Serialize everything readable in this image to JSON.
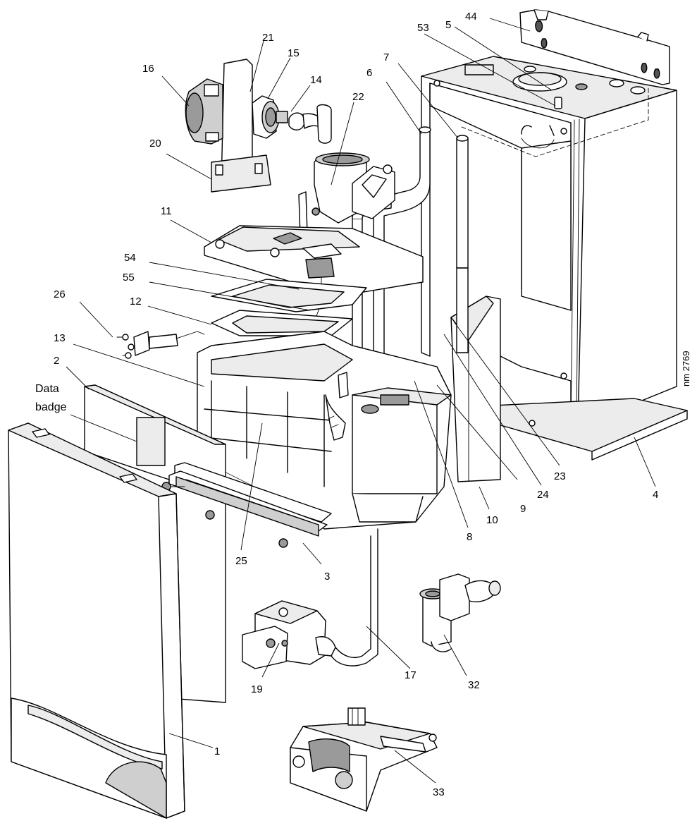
{
  "diagram": {
    "reference_code": "nm 2769",
    "data_badge_label": [
      "Data",
      "badge"
    ],
    "callouts": [
      "44",
      "5",
      "53",
      "21",
      "15",
      "16",
      "14",
      "22",
      "6",
      "7",
      "20",
      "11",
      "54",
      "55",
      "26",
      "12",
      "13",
      "2",
      "1",
      "3",
      "25",
      "8",
      "9",
      "10",
      "23",
      "24",
      "4",
      "17",
      "19",
      "32",
      "33"
    ]
  }
}
